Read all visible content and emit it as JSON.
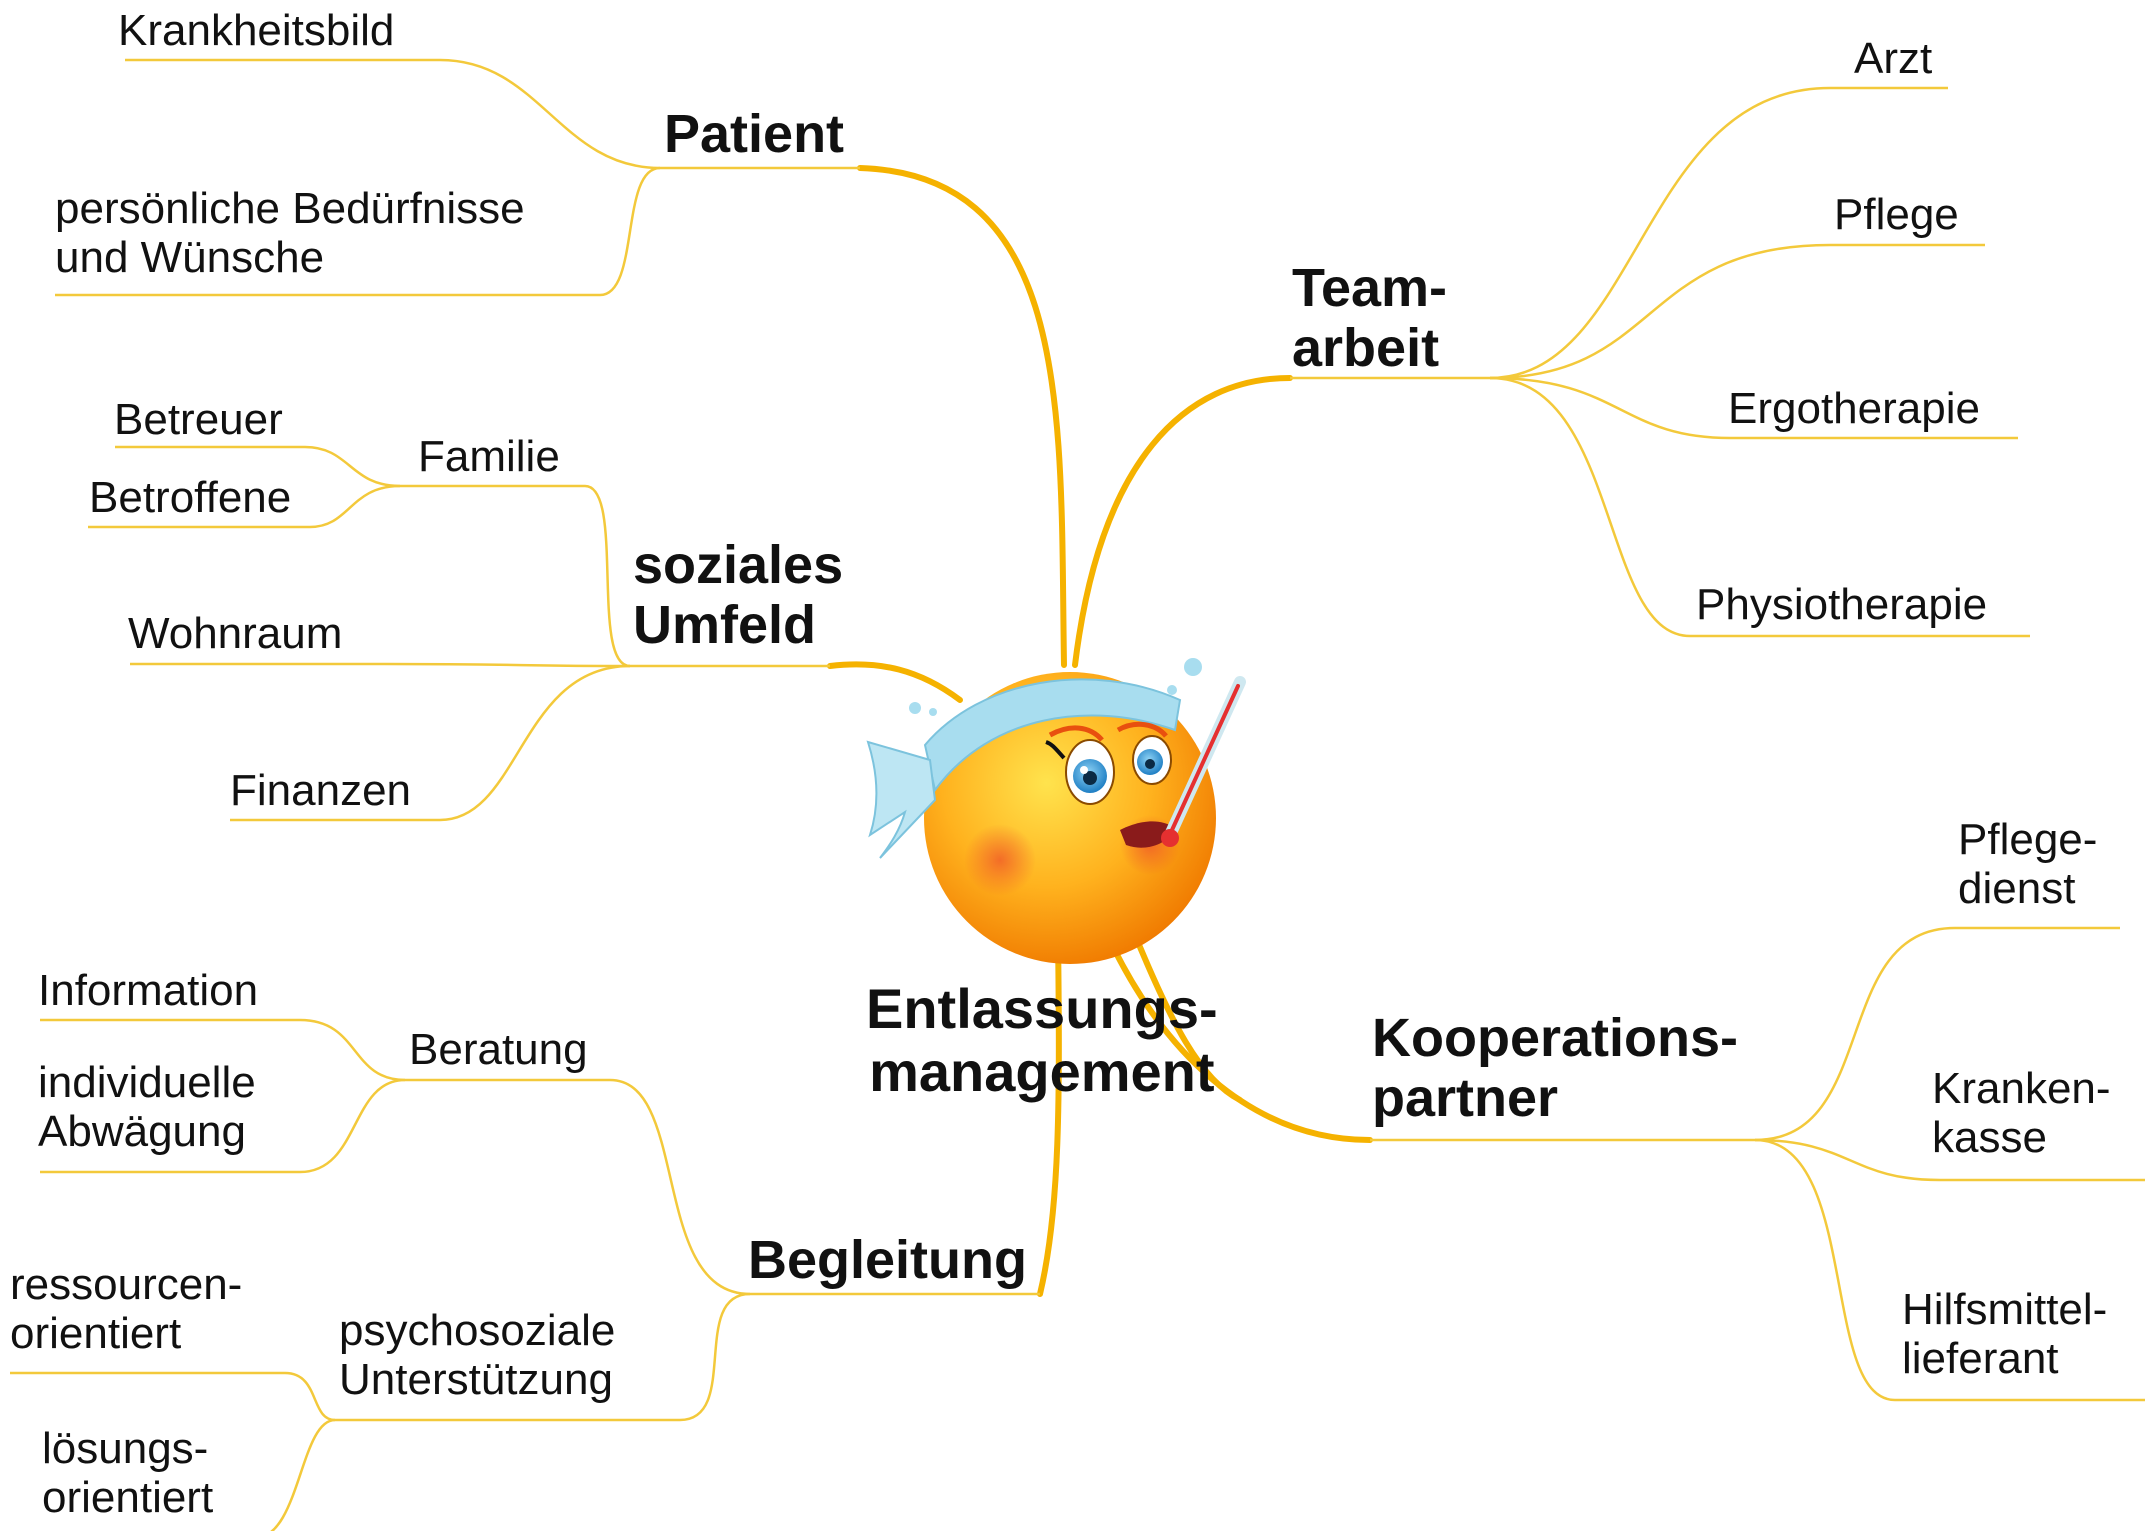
{
  "center": {
    "title_line1": "Entlassungs-",
    "title_line2": "management",
    "icon": "sick-smiley-icon"
  },
  "colors": {
    "branch": "#F5B800",
    "connector": "#F3C93B",
    "underline": "#F3C93B",
    "face": "#FFA51A",
    "bandage": "#A8DDEF"
  },
  "branches": {
    "patient": {
      "label": "Patient",
      "items": {
        "krankheitsbild": "Krankheitsbild",
        "beduerfnisse_line1": "persönliche Bedürfnisse",
        "beduerfnisse_line2": "und Wünsche"
      }
    },
    "umfeld": {
      "label_line1": "soziales",
      "label_line2": "Umfeld",
      "familie": {
        "label": "Familie",
        "items": {
          "betreuer": "Betreuer",
          "betroffene": "Betroffene"
        }
      },
      "items": {
        "wohnraum": "Wohnraum",
        "finanzen": "Finanzen"
      }
    },
    "begleitung": {
      "label": "Begleitung",
      "beratung": {
        "label": "Beratung",
        "items": {
          "information": "Information",
          "abwaegung_line1": "individuelle",
          "abwaegung_line2": "Abwägung"
        }
      },
      "psychosozial": {
        "label_line1": "psychosoziale",
        "label_line2": "Unterstützung",
        "items": {
          "ressourcen_line1": "ressourcen-",
          "ressourcen_line2": "orientiert",
          "loesungs_line1": "lösungs-",
          "loesungs_line2": "orientiert"
        }
      }
    },
    "teamarbeit": {
      "label_line1": "Team-",
      "label_line2": "arbeit",
      "items": {
        "arzt": "Arzt",
        "pflege": "Pflege",
        "ergotherapie": "Ergotherapie",
        "physiotherapie": "Physiotherapie"
      }
    },
    "kooperation": {
      "label_line1": "Kooperations-",
      "label_line2": "partner",
      "items": {
        "pflegedienst_line1": "Pflege-",
        "pflegedienst_line2": "dienst",
        "krankenkasse_line1": "Kranken-",
        "krankenkasse_line2": "kasse",
        "hilfsmittel_line1": "Hilfsmittel-",
        "hilfsmittel_line2": "lieferant"
      }
    }
  }
}
